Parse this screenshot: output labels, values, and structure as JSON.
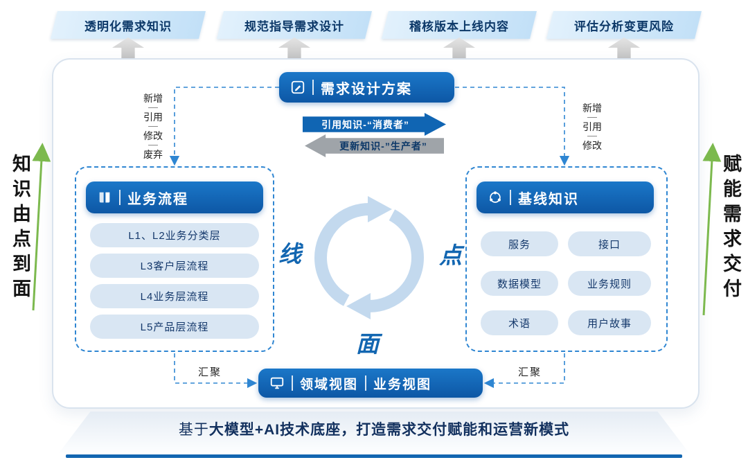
{
  "banners": [
    {
      "label": "透明化需求知识"
    },
    {
      "label": "规范指导需求设计"
    },
    {
      "label": "稽核版本上线内容"
    },
    {
      "label": "评估分析变更风险"
    }
  ],
  "left_side_caption": "知识由点到面",
  "right_side_caption": "赋能需求交付",
  "plan": {
    "title": "需求设计方案",
    "consume_arrow": "引用知识-“消费者”",
    "produce_arrow": "更新知识-”生产者”"
  },
  "left_ops": [
    "新增",
    "引用",
    "修改",
    "废弃"
  ],
  "right_ops": [
    "新增",
    "引用",
    "修改"
  ],
  "process": {
    "title": "业务流程",
    "items": [
      "L1、L2业务分类层",
      "L3客户层流程",
      "L4业务层流程",
      "L5产品层流程"
    ]
  },
  "baseline": {
    "title": "基线知识",
    "items": [
      "服务",
      "接口",
      "数据模型",
      "业务规则",
      "术语",
      "用户故事"
    ]
  },
  "cycle": {
    "line": "线",
    "point": "点",
    "plane": "面"
  },
  "views": {
    "left": "领域视图",
    "right": "业务视图"
  },
  "converge_left": "汇聚",
  "converge_right": "汇聚",
  "footer": {
    "normal": "基于",
    "bold": "大模型+AI技术底座",
    "rest": "，打造需求交付赋能和运营新模式"
  },
  "colors": {
    "primary": "#1065b3",
    "light_pill": "#d9e6f3",
    "banner": "#c2e0f7",
    "green": "#7cb94e",
    "navy": "#0c3868"
  }
}
